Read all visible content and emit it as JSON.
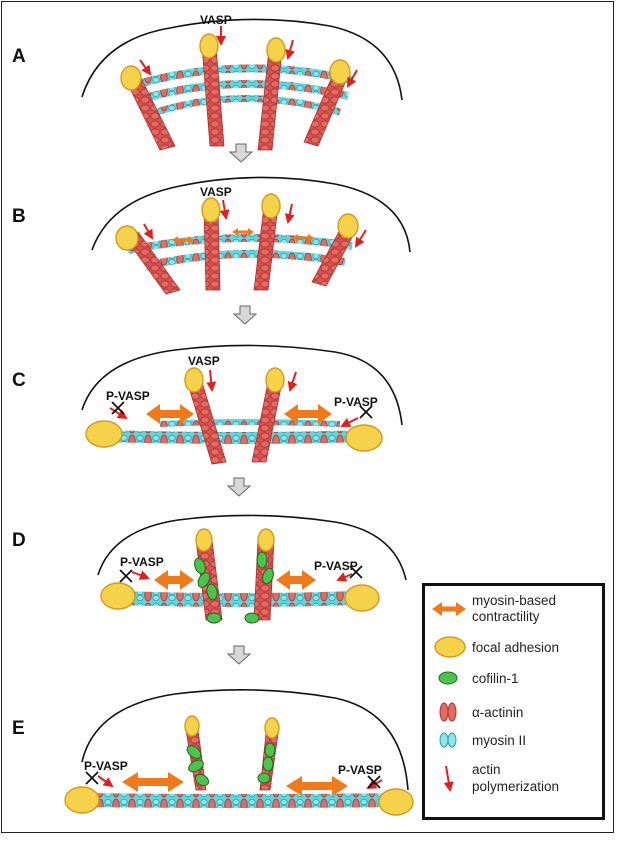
{
  "panels": [
    {
      "letter": "A",
      "labels": [
        "VASP"
      ]
    },
    {
      "letter": "B",
      "labels": [
        "VASP"
      ]
    },
    {
      "letter": "C",
      "labels": [
        "VASP",
        "P-VASP",
        "P-VASP"
      ]
    },
    {
      "letter": "D",
      "labels": [
        "P-VASP",
        "P-VASP"
      ]
    },
    {
      "letter": "E",
      "labels": [
        "P-VASP",
        "P-VASP"
      ]
    }
  ],
  "legend": {
    "items": [
      {
        "icon": "double-arrow-orange",
        "lines": [
          "myosin-based",
          "contractility"
        ]
      },
      {
        "icon": "focal-adhesion-yellow",
        "lines": [
          "focal adhesion"
        ]
      },
      {
        "icon": "cofilin-green",
        "lines": [
          "cofilin-1"
        ]
      },
      {
        "icon": "alpha-actinin-red",
        "lines": [
          "α-actinin"
        ]
      },
      {
        "icon": "myosin-cyan",
        "lines": [
          "myosin II"
        ]
      },
      {
        "icon": "red-arrow",
        "lines": [
          "actin",
          "polymerization"
        ]
      }
    ]
  },
  "colors": {
    "actin": "#d9534f",
    "actin_dark": "#a83232",
    "myosin": "#5ed6dc",
    "myosin_dark": "#2a9aa3",
    "adhesion": "#f6d24a",
    "adhesion_dark": "#d29a1d",
    "cofilin": "#4bc44b",
    "arrow_orange": "#f07a1a",
    "arrow_red": "#e02020",
    "process_arrow": "#d8d8d8"
  }
}
